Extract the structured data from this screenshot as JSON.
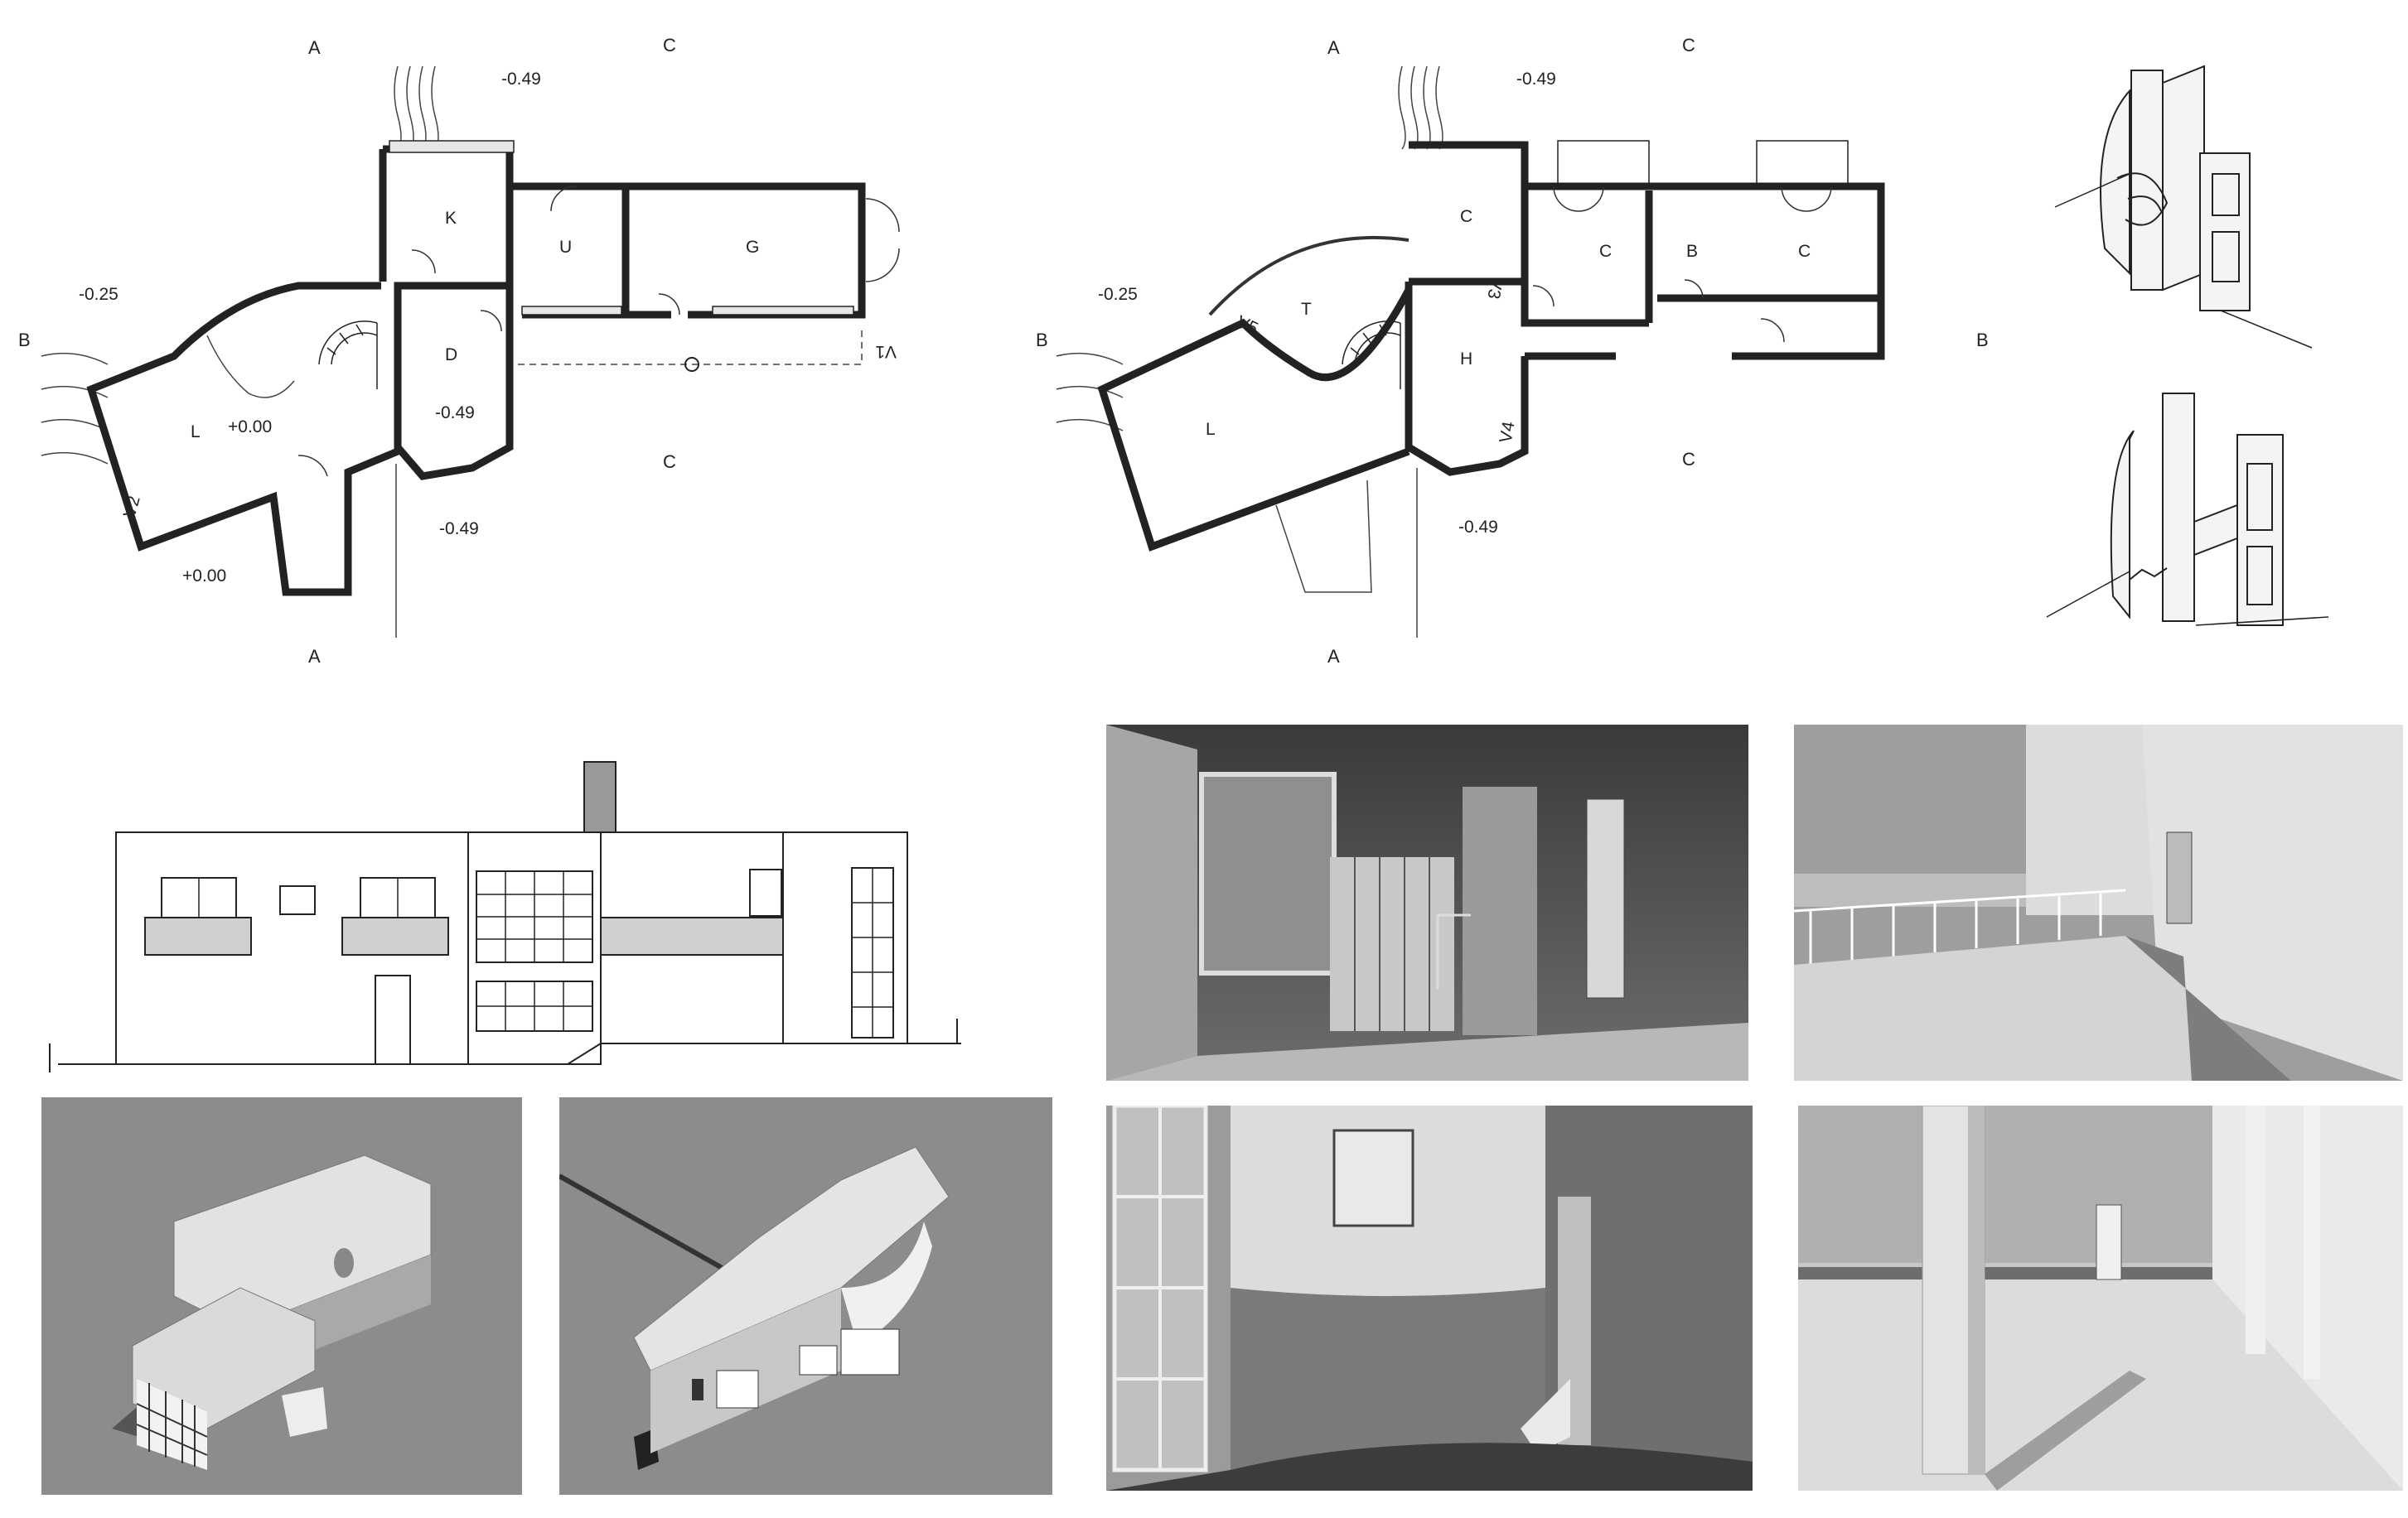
{
  "plan_ground": {
    "sections": [
      "A",
      "A",
      "C",
      "C",
      "B"
    ],
    "levels": [
      "-0.49",
      "-0.25",
      "+0.00",
      "+0.00",
      "-0.49",
      "-0.49"
    ],
    "rooms": [
      "K",
      "U",
      "G",
      "D",
      "L"
    ],
    "views": [
      "V1",
      "V2"
    ]
  },
  "plan_upper": {
    "sections": [
      "A",
      "A",
      "C",
      "C",
      "B",
      "B"
    ],
    "levels": [
      "-0.49",
      "-0.25",
      "-0.49"
    ],
    "rooms": [
      "C",
      "C",
      "B",
      "C",
      "T",
      "H",
      "L"
    ],
    "views": [
      "V5",
      "V3",
      "V4"
    ]
  },
  "renders": {
    "aerial_1": "aerial-view-from-north",
    "aerial_2": "aerial-view-from-south",
    "interior_1": "double-height-hall",
    "interior_2": "terrace-with-railing",
    "interior_3": "living-room-with-stair",
    "interior_4": "colonnade-walkway"
  },
  "colors": {
    "ink": "#222222",
    "paper": "#ffffff",
    "render_gray": "#8c8c8c",
    "wall_fill": "#e6e6e6"
  }
}
